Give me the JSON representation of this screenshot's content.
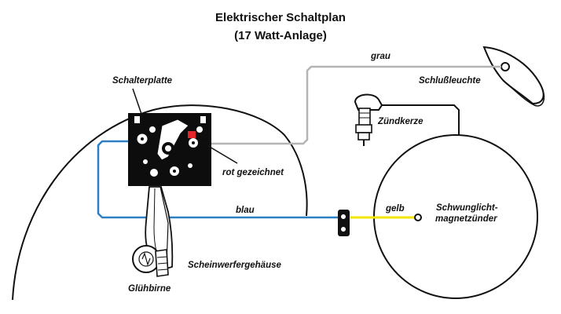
{
  "title": {
    "line1": "Elektrischer Schaltplan",
    "line2": "(17 Watt-Anlage)"
  },
  "labels": {
    "switch_plate": "Schalterplatte",
    "red_marked": "rot gezeichnet",
    "headlamp_housing": "Scheinwerfergehäuse",
    "bulb": "Glühbirne",
    "tail_light": "Schlußleuchte",
    "spark_plug": "Zündkerze",
    "magneto_line1": "Schwunglicht-",
    "magneto_line2": "magnetzünder"
  },
  "wires": [
    {
      "name": "grey-wire",
      "label": "grau",
      "color": "#b4b4b4"
    },
    {
      "name": "blue-wire",
      "label": "blau",
      "color": "#2d7fc4"
    },
    {
      "name": "yellow-wire",
      "label": "gelb",
      "color": "#f2e600"
    }
  ],
  "colors": {
    "ink": "#111111",
    "switch_plate": "#0d0d0d",
    "red_marker": "#e3262b"
  }
}
